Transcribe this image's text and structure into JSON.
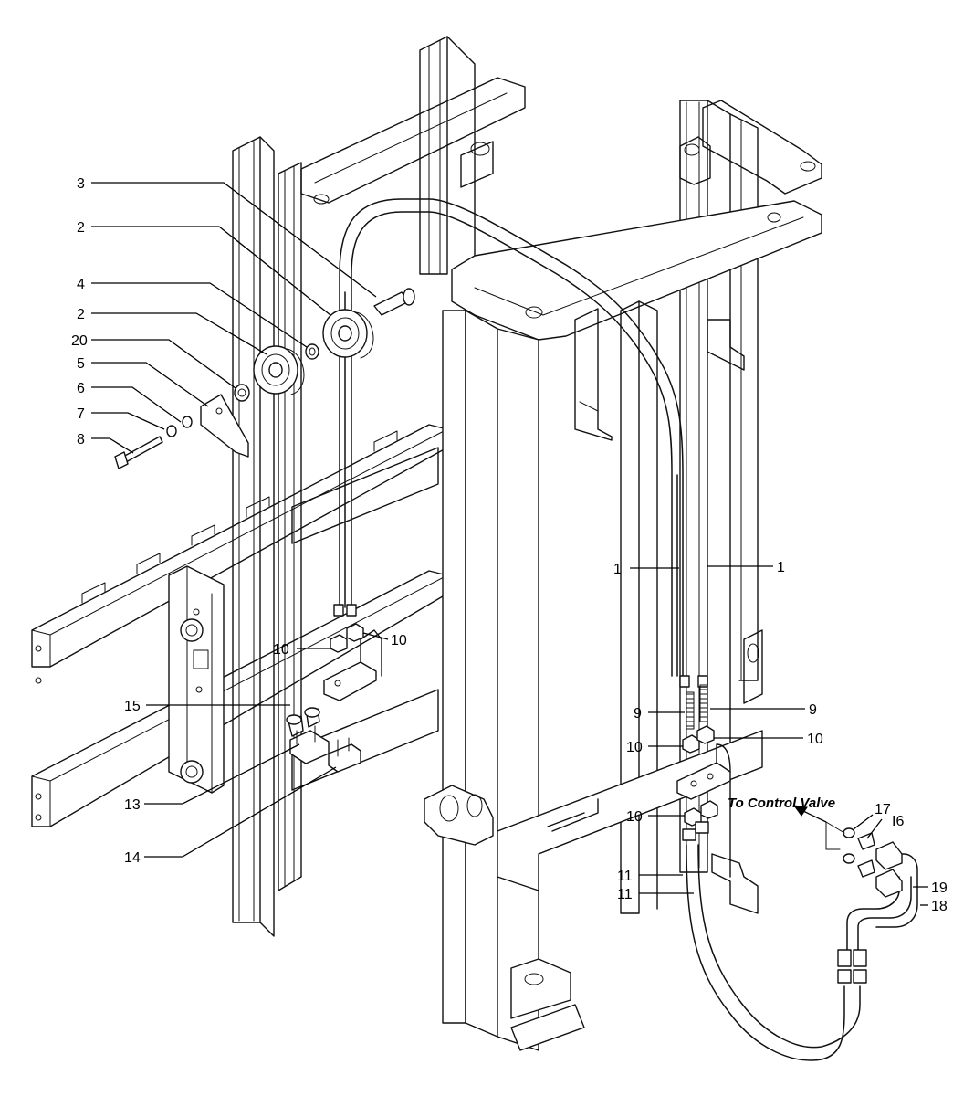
{
  "callouts": {
    "c1a": "1",
    "c1b": "1",
    "c2a": "2",
    "c2b": "2",
    "c3": "3",
    "c4": "4",
    "c5": "5",
    "c6": "6",
    "c7": "7",
    "c8": "8",
    "c9a": "9",
    "c9b": "9",
    "c10a": "10",
    "c10b": "10",
    "c10c": "10",
    "c10d": "10",
    "c10e": "10",
    "c11a": "11",
    "c11b": "11",
    "c13": "13",
    "c14": "14",
    "c15": "15",
    "c16": "I6",
    "c17": "17",
    "c18": "18",
    "c19": "19",
    "c20": "20"
  },
  "note": "To Control Valve"
}
